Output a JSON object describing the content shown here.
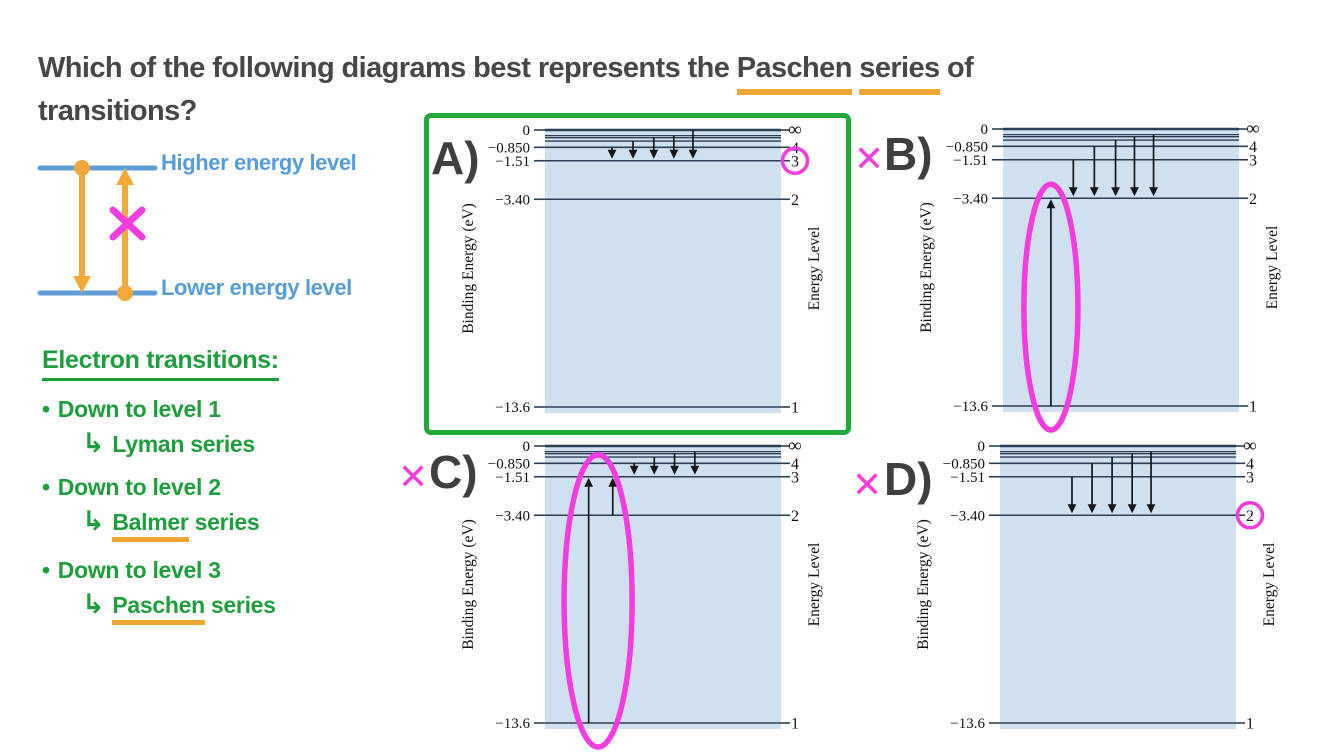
{
  "question": {
    "part1": "Which of the following diagrams best represents the ",
    "underlined_word_1": "Paschen",
    "separator": " ",
    "underlined_word_2": "series",
    "part2": " of transitions?"
  },
  "mini_diagram": {
    "higher_label": "Higher energy level",
    "lower_label": "Lower energy level"
  },
  "notes": {
    "heading": "Electron transitions:",
    "items": [
      {
        "line": "Down to level 1",
        "series_word": "Lyman",
        "series_suffix": " series",
        "series_underlined": false
      },
      {
        "line": "Down to level 2",
        "series_word": "Balmer",
        "series_suffix": " series",
        "series_underlined": true
      },
      {
        "line": "Down to level 3",
        "series_word": "Paschen",
        "series_suffix": " series",
        "series_underlined": true
      }
    ]
  },
  "icons": {
    "bullet": "•",
    "branch_arrow": "↳",
    "wrong_mark": "✕"
  },
  "axis": {
    "left_label": "Binding Energy (eV)",
    "right_label": "Energy Level"
  },
  "energy_levels": [
    {
      "id": "inf",
      "energy_ev": 0,
      "tick": "0",
      "right_label": "∞"
    },
    {
      "id": "7",
      "energy_ev": -0.278
    },
    {
      "id": "6",
      "energy_ev": -0.378
    },
    {
      "id": "5",
      "energy_ev": -0.544
    },
    {
      "id": "4",
      "energy_ev": -0.85,
      "tick": "−0.850",
      "right_label": "4"
    },
    {
      "id": "3",
      "energy_ev": -1.51,
      "tick": "−1.51",
      "right_label": "3"
    },
    {
      "id": "2",
      "energy_ev": -3.4,
      "tick": "−3.40",
      "right_label": "2"
    },
    {
      "id": "1",
      "energy_ev": -13.6,
      "tick": "−13.6",
      "right_label": "1"
    }
  ],
  "diagrams": [
    {
      "id": "A",
      "label": "A)",
      "verdict": "correct",
      "circled_right_label": "3",
      "arrows": [
        {
          "from": "4",
          "to": "3",
          "x": 0.284,
          "dir": "down"
        },
        {
          "from": "5",
          "to": "3",
          "x": 0.373,
          "dir": "down"
        },
        {
          "from": "6",
          "to": "3",
          "x": 0.461,
          "dir": "down"
        },
        {
          "from": "7",
          "to": "3",
          "x": 0.546,
          "dir": "down"
        },
        {
          "from": "inf",
          "to": "3",
          "x": 0.627,
          "dir": "down"
        }
      ]
    },
    {
      "id": "B",
      "label": "B)",
      "verdict": "wrong",
      "ellipse": {
        "x": 0.203,
        "top_level": "2",
        "bottom_level": "1",
        "rx": 27,
        "pad_top": 14,
        "pad_bottom": 24
      },
      "arrows": [
        {
          "from": "1",
          "to": "2",
          "x": 0.203,
          "dir": "up"
        },
        {
          "from": "3",
          "to": "2",
          "x": 0.298,
          "dir": "down"
        },
        {
          "from": "4",
          "to": "2",
          "x": 0.387,
          "dir": "down"
        },
        {
          "from": "5",
          "to": "2",
          "x": 0.477,
          "dir": "down"
        },
        {
          "from": "6",
          "to": "2",
          "x": 0.557,
          "dir": "down"
        },
        {
          "from": "7",
          "to": "2",
          "x": 0.638,
          "dir": "down"
        }
      ]
    },
    {
      "id": "C",
      "label": "C)",
      "verdict": "wrong",
      "ellipse": {
        "x": 0.225,
        "top_level": "3",
        "bottom_level": "1",
        "rx": 34,
        "pad_top": 22,
        "pad_bottom": 24
      },
      "arrows": [
        {
          "from": "1",
          "to": "3",
          "x": 0.185,
          "dir": "up"
        },
        {
          "from": "2",
          "to": "3",
          "x": 0.287,
          "dir": "up"
        },
        {
          "from": "4",
          "to": "3",
          "x": 0.378,
          "dir": "down"
        },
        {
          "from": "5",
          "to": "3",
          "x": 0.463,
          "dir": "down"
        },
        {
          "from": "6",
          "to": "3",
          "x": 0.549,
          "dir": "down"
        },
        {
          "from": "7",
          "to": "3",
          "x": 0.635,
          "dir": "down"
        }
      ]
    },
    {
      "id": "D",
      "label": "D)",
      "verdict": "wrong",
      "circled_right_label": "2",
      "arrows": [
        {
          "from": "3",
          "to": "2",
          "x": 0.305,
          "dir": "down"
        },
        {
          "from": "4",
          "to": "2",
          "x": 0.39,
          "dir": "down"
        },
        {
          "from": "5",
          "to": "2",
          "x": 0.475,
          "dir": "down"
        },
        {
          "from": "6",
          "to": "2",
          "x": 0.56,
          "dir": "down"
        },
        {
          "from": "7",
          "to": "2",
          "x": 0.64,
          "dir": "down"
        }
      ]
    }
  ],
  "colors": {
    "correct_green": "#22a93c",
    "notes_green": "#1e9e3c",
    "orange_highlight": "#f0a632",
    "orange_arrow": "#f2a93c",
    "pink_annotation": "#f23ce0",
    "blue_level_line": "#5f9fd9",
    "blue_label_text": "#569cdb",
    "plot_fill": "#cfe1f1",
    "level_line": "#2b3f54",
    "arrow_black": "#14161a",
    "handwriting_gray": "#3f3f3f"
  }
}
